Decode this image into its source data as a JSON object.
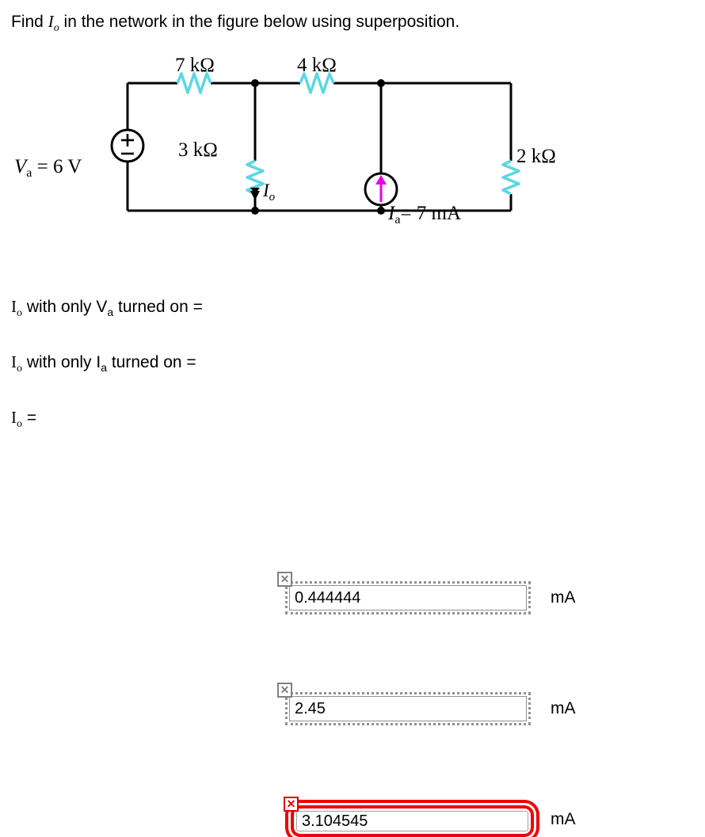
{
  "prompt": {
    "pre": "Find ",
    "symbol": "I",
    "symbol_sub": "o",
    "post": " in the network in the figure below using superposition."
  },
  "circuit": {
    "type": "schematic",
    "components": [
      {
        "name": "voltage-source",
        "label": "V",
        "label_sub": "a",
        "value": "= 6 V",
        "polarity_top": "+",
        "polarity_bottom": "−"
      },
      {
        "name": "resistor-7k",
        "label": "7 kΩ",
        "value_ohms": 7000,
        "orientation": "horizontal"
      },
      {
        "name": "resistor-4k",
        "label": "4 kΩ",
        "value_ohms": 4000,
        "orientation": "horizontal"
      },
      {
        "name": "resistor-3k",
        "label": "3 kΩ",
        "value_ohms": 3000,
        "orientation": "vertical"
      },
      {
        "name": "resistor-2k",
        "label": "2 kΩ",
        "value_ohms": 2000,
        "orientation": "vertical"
      },
      {
        "name": "current-source",
        "label": "I",
        "label_sub": "a",
        "value": "= 7 mA",
        "direction": "up"
      },
      {
        "name": "current-io",
        "label": "I",
        "label_sub": "o",
        "direction": "down"
      }
    ],
    "colors": {
      "wire": "#000000",
      "resistor": "#5ad7e0",
      "current_arrow": "#e400e4"
    }
  },
  "answers": {
    "rows": [
      {
        "label_pre": "I",
        "label_sub": "o",
        "label_mid": " with only V",
        "label_sub2": "a",
        "label_post": " turned on  =",
        "mark": "✕",
        "mark_state": "incorrect",
        "value": "0.444444",
        "placeholder": "",
        "unit": "mA",
        "focused": false
      },
      {
        "label_pre": "I",
        "label_sub": "o",
        "label_mid": " with only I",
        "label_sub2": "a",
        "label_post": " turned on  =",
        "mark": "✕",
        "mark_state": "incorrect",
        "value": "2.45",
        "placeholder": "",
        "unit": "mA",
        "focused": false
      },
      {
        "label_pre": "I",
        "label_sub": "o",
        "label_mid": "",
        "label_sub2": "",
        "label_post": " =",
        "mark": "✕",
        "mark_state": "incorrect",
        "value": "3.104545",
        "placeholder": "",
        "unit": "mA",
        "focused": true
      }
    ]
  }
}
